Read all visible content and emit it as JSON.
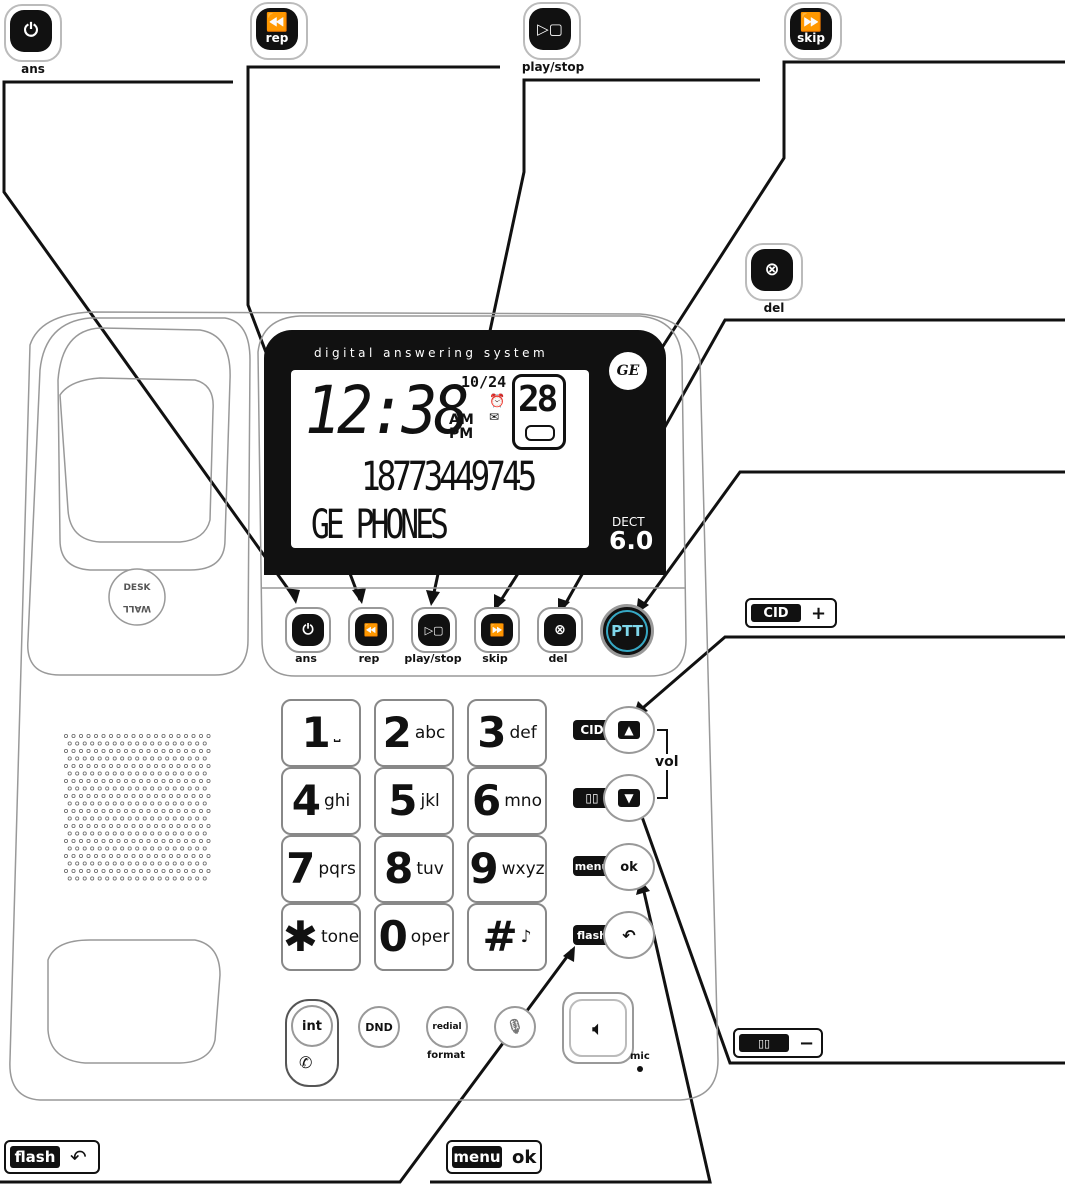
{
  "top_buttons": [
    {
      "symbol": "⏻",
      "text": "",
      "caption": "ans"
    },
    {
      "symbol": "⏪",
      "text": "rep",
      "caption": ""
    },
    {
      "symbol": "▷▢",
      "text": "",
      "caption": "play/stop"
    },
    {
      "symbol": "⏩",
      "text": "skip",
      "caption": ""
    },
    {
      "symbol": "⊗",
      "text": "",
      "caption": "del"
    }
  ],
  "display": {
    "header": "digital answering system",
    "logo": "GE",
    "time": "12:38",
    "date": "10/24",
    "am": "AM",
    "pm": "PM",
    "message_count": "28",
    "number": "18773449745",
    "name": "GE PHONES",
    "dect_label": "DECT",
    "dect_version": "6.0"
  },
  "panel_buttons": [
    {
      "symbol": "⏻",
      "caption": "ans"
    },
    {
      "symbol": "⏪",
      "caption": "rep"
    },
    {
      "symbol": "▷▢",
      "caption": "play/stop"
    },
    {
      "symbol": "⏩",
      "caption": "skip"
    },
    {
      "symbol": "⊗",
      "caption": "del"
    }
  ],
  "ptt_label": "PTT",
  "cradle_badge": {
    "top": "DESK",
    "bottom": "WALL"
  },
  "keypad": [
    {
      "num": "1",
      "letters": "⎵"
    },
    {
      "num": "2",
      "letters": "abc"
    },
    {
      "num": "3",
      "letters": "def"
    },
    {
      "num": "4",
      "letters": "ghi"
    },
    {
      "num": "5",
      "letters": "jkl"
    },
    {
      "num": "6",
      "letters": "mno"
    },
    {
      "num": "7",
      "letters": "pqrs"
    },
    {
      "num": "8",
      "letters": "tuv"
    },
    {
      "num": "9",
      "letters": "wxyz"
    },
    {
      "num": "✱",
      "letters": "tone"
    },
    {
      "num": "0",
      "letters": "oper"
    },
    {
      "num": "#",
      "letters": "♪"
    }
  ],
  "side_keys": {
    "cid_label": "CID",
    "vol_label": "vol",
    "menu_label": "menu",
    "ok_label": "ok",
    "flash_label": "flash",
    "up_icon": "triangle-up-icon",
    "down_icon": "triangle-down-icon",
    "book_icon": "phonebook-icon",
    "back_icon": "back-arrow-icon"
  },
  "bottom_keys": {
    "int": "int",
    "dnd": "DND",
    "redial": "redial",
    "format": "format",
    "mic": "mic"
  },
  "callouts": {
    "cid_plus": {
      "label": "CID",
      "sign": "+"
    },
    "book_minus": {
      "label": "📖",
      "sign": "−"
    },
    "flash": {
      "label": "flash",
      "sign": "↶"
    },
    "menu_ok": {
      "label": "menu",
      "sign": "ok"
    }
  }
}
